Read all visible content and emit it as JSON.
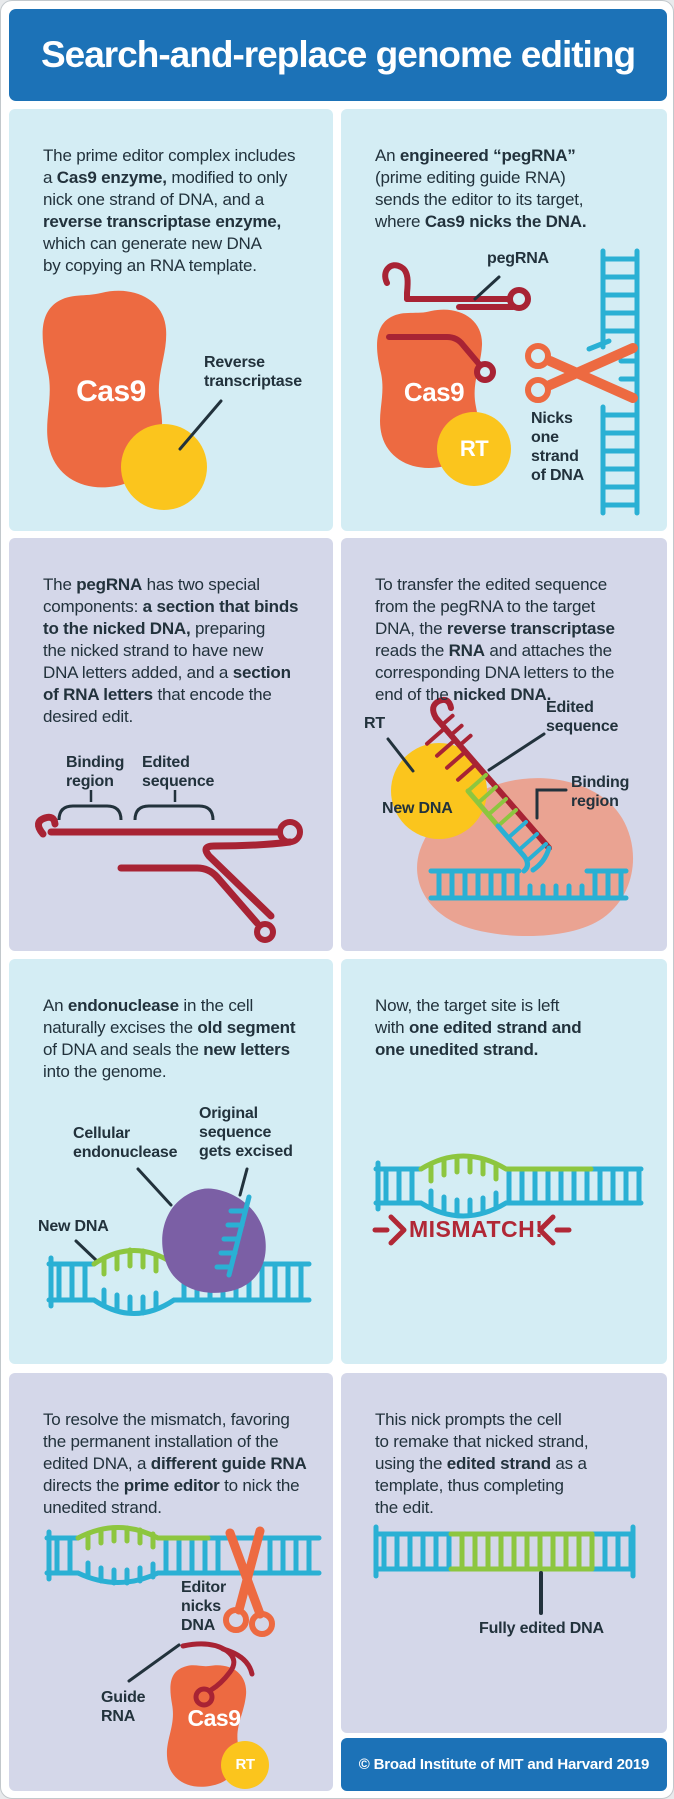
{
  "title": "Search-and-replace genome editing",
  "footer": {
    "copyright": "© Broad Institute of MIT and Harvard 2019"
  },
  "colors": {
    "header_blue": "#1c72b7",
    "panel_cyan": "#d4edf4",
    "panel_lavender": "#d4d7e9",
    "cas9_orange": "#ed6a41",
    "rt_yellow": "#fbc51d",
    "rna_red": "#a82334",
    "dna_cyan": "#2ab0d4",
    "dna_green": "#8dc63f",
    "endonuclease_purple": "#7b5fa5",
    "target_pink": "#eaa392",
    "text_dark": "#22323c",
    "mismatch_red": "#b12836"
  },
  "panels": {
    "p1": {
      "text": [
        {
          "t": "The prime editor complex includes\na "
        },
        {
          "t": "Cas9 enzyme,",
          "b": true
        },
        {
          "t": " modified to only\nnick one strand of DNA, and a\n"
        },
        {
          "t": "reverse transcriptase enzyme,",
          "b": true
        },
        {
          "t": "\nwhich can generate new DNA\nby copying an RNA template."
        }
      ],
      "labels": {
        "cas9": "Cas9",
        "reverse_transcriptase": "Reverse\ntranscriptase"
      }
    },
    "p2": {
      "text": [
        {
          "t": "An "
        },
        {
          "t": "engineered “pegRNA”",
          "b": true
        },
        {
          "t": "\n(prime editing guide RNA)\nsends the editor to its target,\nwhere "
        },
        {
          "t": "Cas9 nicks the DNA.",
          "b": true
        }
      ],
      "labels": {
        "pegrna": "pegRNA",
        "cas9": "Cas9",
        "rt": "RT",
        "nicks": "Nicks\none\nstrand\nof DNA"
      }
    },
    "p3": {
      "text": [
        {
          "t": "The "
        },
        {
          "t": "pegRNA",
          "b": true
        },
        {
          "t": " has two special\ncomponents: "
        },
        {
          "t": "a section that binds\nto the nicked DNA,",
          "b": true
        },
        {
          "t": " preparing\nthe nicked strand to have new\nDNA letters added, and a "
        },
        {
          "t": "section\nof RNA letters",
          "b": true
        },
        {
          "t": " that encode the\ndesired edit."
        }
      ],
      "labels": {
        "binding": "Binding\nregion",
        "edited": "Edited\nsequence"
      }
    },
    "p4": {
      "text": [
        {
          "t": "To transfer the edited sequence\nfrom the pegRNA to the target\nDNA, the "
        },
        {
          "t": "reverse transcriptase",
          "b": true
        },
        {
          "t": "\nreads the "
        },
        {
          "t": "RNA",
          "b": true
        },
        {
          "t": " and attaches the\ncorresponding DNA letters to the\nend of the "
        },
        {
          "t": "nicked DNA.",
          "b": true
        }
      ],
      "labels": {
        "rt": "RT",
        "edited": "Edited\nsequence",
        "new_dna": "New DNA",
        "binding": "Binding\nregion"
      }
    },
    "p5": {
      "text": [
        {
          "t": "An "
        },
        {
          "t": "endonuclease",
          "b": true
        },
        {
          "t": " in the cell\nnaturally excises the "
        },
        {
          "t": "old segment",
          "b": true
        },
        {
          "t": "\nof DNA and seals the "
        },
        {
          "t": "new letters",
          "b": true
        },
        {
          "t": "\ninto the genome."
        }
      ],
      "labels": {
        "endonuclease": "Cellular\nendonuclease",
        "original": "Original\nsequence\ngets excised",
        "new_dna": "New DNA"
      }
    },
    "p6": {
      "text": [
        {
          "t": "Now, the target site is left\nwith "
        },
        {
          "t": "one edited strand and\none unedited strand.",
          "b": true
        }
      ],
      "labels": {
        "mismatch": "MISMATCH!"
      }
    },
    "p7": {
      "text": [
        {
          "t": "To resolve the mismatch, favoring\nthe permanent installation of the\nedited DNA, a "
        },
        {
          "t": "different guide RNA",
          "b": true
        },
        {
          "t": "\ndirects the "
        },
        {
          "t": "prime editor",
          "b": true
        },
        {
          "t": " to nick the\nunedited strand."
        }
      ],
      "labels": {
        "editor_nicks": "Editor\nnicks\nDNA",
        "guide_rna": "Guide\nRNA",
        "cas9": "Cas9",
        "rt": "RT"
      }
    },
    "p8": {
      "text": [
        {
          "t": "This nick prompts the cell\nto remake that nicked strand,\nusing the "
        },
        {
          "t": "edited strand",
          "b": true
        },
        {
          "t": " as a\ntemplate, thus completing\nthe edit."
        }
      ],
      "labels": {
        "fully_edited": "Fully edited DNA"
      }
    }
  }
}
